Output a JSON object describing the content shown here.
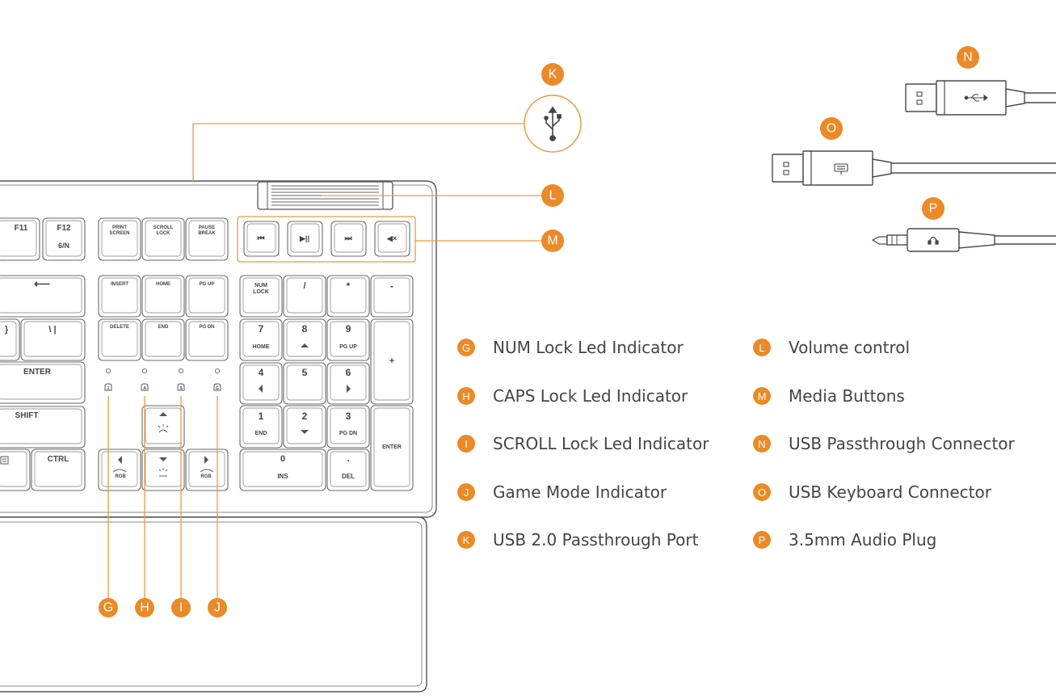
{
  "keys": {
    "f11": "F11",
    "f12": "F12",
    "f12_sub": "6/N",
    "print_screen": "PRINT SCREEN",
    "scroll_lock": "SCROLL LOCK",
    "pause_break": "PAUSE BREAK",
    "backspace_arrow": "⟵",
    "insert": "INSERT",
    "home": "HOME",
    "pg_up": "PG UP",
    "num_lock": "NUM LOCK",
    "slash": "/",
    "asterisk": "*",
    "minus": "-",
    "brace": "}",
    "backslash": "\\ |",
    "delete": "DELETE",
    "end": "END",
    "pg_dn": "PG DN",
    "num7": "7",
    "num7_sub": "HOME",
    "num8": "8",
    "num9": "9",
    "num9_sub": "PG UP",
    "plus": "+",
    "enter": "ENTER",
    "num4": "4",
    "num5": "5",
    "num6": "6",
    "shift": "SHIFT",
    "num1": "1",
    "num1_sub": "END",
    "num2": "2",
    "num3": "3",
    "num3_sub": "PG DN",
    "num_enter": "ENTER",
    "ctrl": "CTRL",
    "rgb_left": "RGB",
    "rgb_right": "RGB",
    "num0": "0",
    "num0_sub": "INS",
    "dot": ".",
    "dot_sub": "DEL",
    "led_num": "1",
    "led_caps": "A",
    "led_scroll": "S",
    "led_game": "G"
  },
  "media": {
    "prev": "⏮",
    "play_pause": "▶||",
    "next": "⏭",
    "mute": "◀×"
  },
  "badges": {
    "g": "G",
    "h": "H",
    "i": "I",
    "j": "J",
    "k": "K",
    "l": "L",
    "m": "M",
    "n": "N",
    "o": "O",
    "p": "P"
  },
  "legend": [
    {
      "badge": "G",
      "text": "NUM Lock Led Indicator"
    },
    {
      "badge": "H",
      "text": "CAPS Lock Led Indicator"
    },
    {
      "badge": "I",
      "text": "SCROLL Lock Led Indicator"
    },
    {
      "badge": "J",
      "text": "Game Mode Indicator"
    },
    {
      "badge": "K",
      "text": "USB 2.0 Passthrough Port"
    },
    {
      "badge": "L",
      "text": "Volume control"
    },
    {
      "badge": "M",
      "text": "Media Buttons"
    },
    {
      "badge": "N",
      "text": "USB Passthrough Connector"
    },
    {
      "badge": "O",
      "text": "USB Keyboard Connector"
    },
    {
      "badge": "P",
      "text": "3.5mm Audio Plug"
    }
  ],
  "colors": {
    "accent": "#eb8a26",
    "line": "#eb9a3f",
    "outline": "#5a5a5a",
    "text": "#444444"
  },
  "icons": [
    "usb-icon",
    "keyboard-icon",
    "headphone-icon",
    "brightness-icon"
  ]
}
